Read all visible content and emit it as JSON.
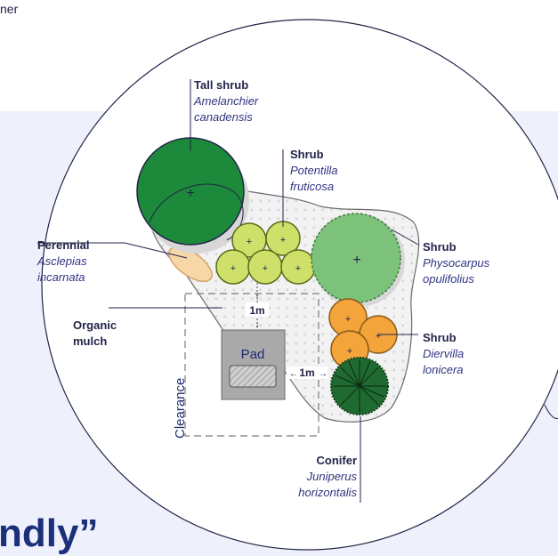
{
  "page": {
    "top_text": "ner",
    "bottom_text": "ndly”"
  },
  "diagram": {
    "labels": {
      "tall_shrub": {
        "title": "Tall shrub",
        "line1": "Amelanchier",
        "line2": "canadensis"
      },
      "shrub_potentilla": {
        "title": "Shrub",
        "line1": "Potentilla",
        "line2": "fruticosa"
      },
      "perennial": {
        "title": "Perennial",
        "line1": "Asclepias",
        "line2": "incarnata"
      },
      "shrub_physocarpus": {
        "title": "Shrub",
        "line1": "Physocarpus",
        "line2": "opulifolius"
      },
      "organic_mulch": {
        "line1": "Organic",
        "line2": "mulch"
      },
      "shrub_diervilla": {
        "title": "Shrub",
        "line1": "Diervilla",
        "line2": "lonicera"
      },
      "conifer": {
        "title": "Conifer",
        "line1": "Juniperus",
        "line2": "horizontalis"
      }
    },
    "pad_label": "Pad",
    "clearance_label": "Clearance",
    "dimension_top": "1m",
    "dimension_side": "1m"
  },
  "colors": {
    "text_dark": "#23244a",
    "text_italic": "#2f3480",
    "tall_shrub_green": "#1c8a3a",
    "light_green": "#7cc27b",
    "yellow_green": "#cfe06a",
    "orange": "#f3a43a",
    "conifer_green": "#1f6a30",
    "perennial": "#f7d7a8",
    "pad_gray": "#a9a9a9",
    "band_blue": "#eef1fb"
  }
}
